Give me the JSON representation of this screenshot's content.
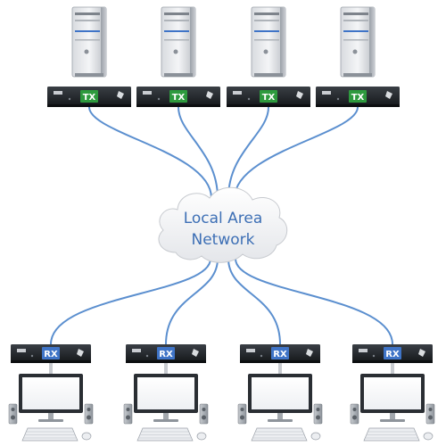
{
  "cloud": {
    "line1": "Local Area",
    "line2": "Network"
  },
  "transmitters": [
    {
      "tag": "TX"
    },
    {
      "tag": "TX"
    },
    {
      "tag": "TX"
    },
    {
      "tag": "TX"
    }
  ],
  "receivers": [
    {
      "tag": "RX"
    },
    {
      "tag": "RX"
    },
    {
      "tag": "RX"
    },
    {
      "tag": "RX"
    }
  ],
  "colors": {
    "cable": "#5b8fcf",
    "tx_tag": "#2e9a3e",
    "rx_tag": "#3f74c7",
    "unit_body": "#1e2226",
    "cloud_text": "#3d6fb5"
  },
  "icons": {
    "computer": "tower-pc-icon",
    "extender_tx": "kvm-transmitter-icon",
    "extender_rx": "kvm-receiver-icon",
    "workstation": "monitor-keyboard-mouse-speakers-icon",
    "network": "cloud-icon"
  }
}
